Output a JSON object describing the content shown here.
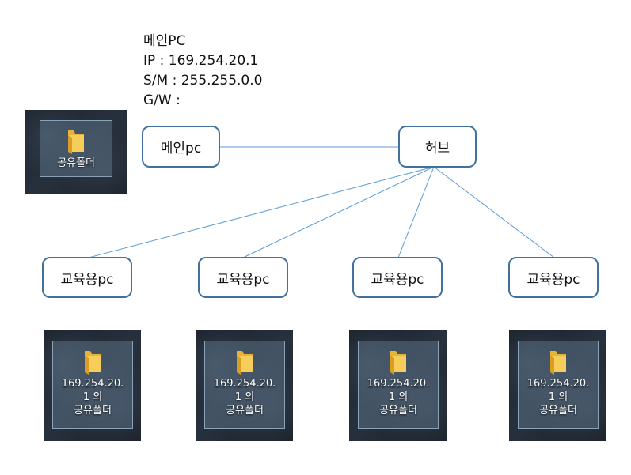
{
  "main_info": {
    "title": "메인PC",
    "ip": "IP : 169.254.20.1",
    "subnet": "S/M : 255.255.0.0",
    "gateway": "G/W :"
  },
  "nodes": {
    "main_pc": "메인pc",
    "hub": "허브",
    "edu_pc_1": "교육용pc",
    "edu_pc_2": "교육용pc",
    "edu_pc_3": "교육용pc",
    "edu_pc_4": "교육용pc"
  },
  "folders": {
    "main": {
      "line1": "공유폴더",
      "icon": "folder-icon"
    },
    "edu_1": {
      "line1": "169.254.20.",
      "line2": "1 의",
      "line3": "공유폴더",
      "icon": "folder-icon"
    },
    "edu_2": {
      "line1": "169.254.20.",
      "line2": "1 의",
      "line3": "공유폴더",
      "icon": "folder-icon"
    },
    "edu_3": {
      "line1": "169.254.20.",
      "line2": "1 의",
      "line3": "공유폴더",
      "icon": "folder-icon"
    },
    "edu_4": {
      "line1": "169.254.20.",
      "line2": "1 의",
      "line3": "공유폴더",
      "icon": "folder-icon"
    }
  },
  "colors": {
    "node_border": "#41719c",
    "connector": "#5b9bd5",
    "folder_yellow": "#f6cd5b",
    "desktop_bg": "#1e2630"
  }
}
